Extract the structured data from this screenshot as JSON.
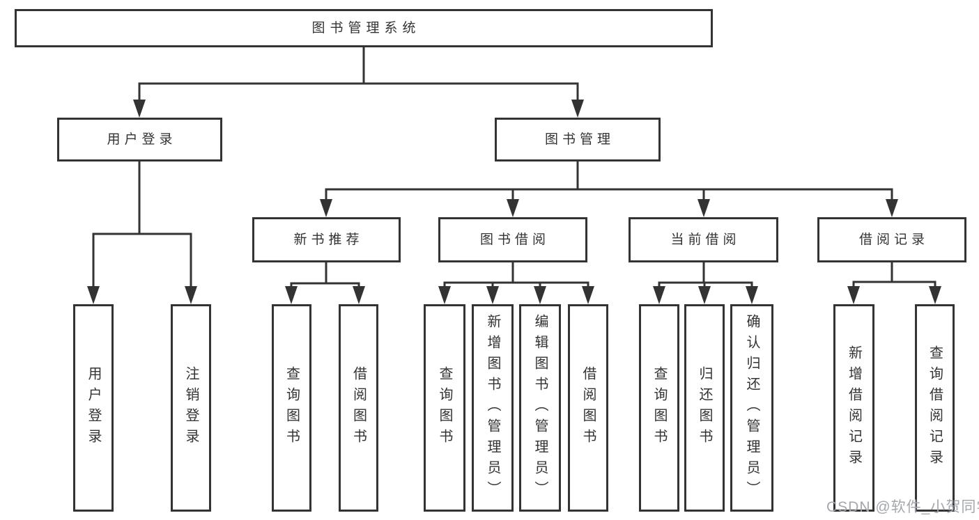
{
  "diagram": {
    "title": "图书管理系统",
    "watermark": "CSDN @软件_小贺同学",
    "colors": {
      "line": "#333333",
      "box_border": "#333333",
      "box_background": "#ffffff",
      "text": "#333333",
      "watermark": "#a4a7ae"
    },
    "root": {
      "label": "图书管理系统"
    },
    "level2": {
      "user_login": {
        "label": "用户登录"
      },
      "book_mgmt": {
        "label": "图书管理"
      }
    },
    "level3": {
      "new_books": {
        "label": "新书推荐"
      },
      "book_borrow": {
        "label": "图书借阅"
      },
      "current_borrow": {
        "label": "当前借阅"
      },
      "borrow_records": {
        "label": "借阅记录"
      }
    },
    "leaves": {
      "user_login": [
        "用户登录",
        "注销登录"
      ],
      "new_books": [
        "查询图书",
        "借阅图书"
      ],
      "book_borrow": [
        "查询图书",
        "新增图书（管理员）",
        "编辑图书（管理员）",
        "借阅图书"
      ],
      "current_borrow": [
        "查询图书",
        "归还图书",
        "确认归还（管理员）"
      ],
      "borrow_records": [
        "新增借阅记录",
        "查询借阅记录"
      ]
    }
  }
}
